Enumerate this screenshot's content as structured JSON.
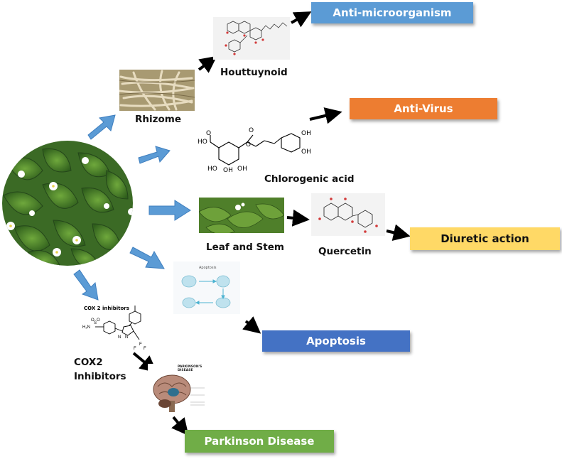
{
  "effects": {
    "anti_microorganism": "Anti-microorganism",
    "anti_virus": "Anti-Virus",
    "diuretic": "Diuretic action",
    "apoptosis": "Apoptosis",
    "parkinson": "Parkinson Disease"
  },
  "parts": {
    "rhizome": "Rhizome",
    "leaf_stem": "Leaf and Stem",
    "cox2_line1": "COX2",
    "cox2_line2": "Inhibitors"
  },
  "compounds": {
    "houttuynoid": "Houttuynoid",
    "chlorogenic": "Chlorogenic acid",
    "quercetin": "Quercetin"
  },
  "thumbs": {
    "apoptosis_title": "Apoptosis",
    "cox2_title": "COX 2 inhibitors",
    "parkinson_title": "PARKINSON'S DISEASE"
  },
  "colors": {
    "blue_box": "#5b9bd5",
    "orange_box": "#ed7d31",
    "yellow_box": "#ffd966",
    "dark_blue_box": "#4472c4",
    "green_box": "#70ad47",
    "arrow_blue": "#5b9bd5"
  }
}
